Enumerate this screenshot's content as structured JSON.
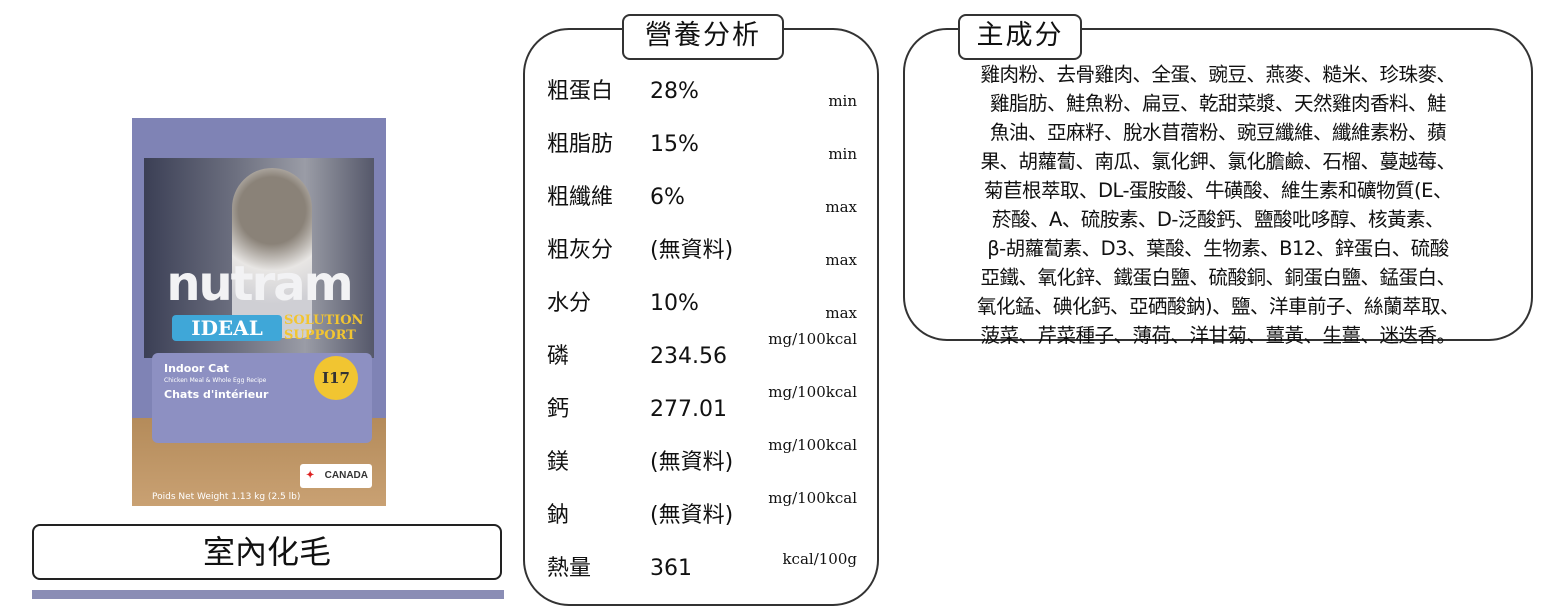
{
  "product": {
    "name": "室內化毛",
    "bag": {
      "brand": "nutram",
      "line": "IDEAL",
      "tag1": "SOLUTION",
      "tag2": "SUPPORT",
      "code": "I17",
      "en": "Indoor Cat",
      "recipe": "Chicken Meal & Whole Egg Recipe",
      "fr": "Chats d'intérieur",
      "weight": "Poids Net Weight 1.13 kg (2.5 lb)",
      "origin": "CANADA"
    }
  },
  "nutrition": {
    "title": "營養分析",
    "rows": [
      {
        "label": "粗蛋白",
        "value": "28%",
        "unit": "min"
      },
      {
        "label": "粗脂肪",
        "value": "15%",
        "unit": "min"
      },
      {
        "label": "粗纖維",
        "value": "6%",
        "unit": "max"
      },
      {
        "label": "粗灰分",
        "value": "(無資料)",
        "unit": "max"
      },
      {
        "label": "水分",
        "value": "10%",
        "unit": "max"
      },
      {
        "label": "磷",
        "value": "234.56",
        "unit": "mg/100kcal"
      },
      {
        "label": "鈣",
        "value": "277.01",
        "unit": "mg/100kcal"
      },
      {
        "label": "鎂",
        "value": "(無資料)",
        "unit": "mg/100kcal"
      },
      {
        "label": "鈉",
        "value": "(無資料)",
        "unit": "mg/100kcal"
      },
      {
        "label": "熱量",
        "value": "361",
        "unit": "kcal/100g"
      }
    ]
  },
  "ingredients": {
    "title": "主成分",
    "lines": [
      "雞肉粉、去骨雞肉、全蛋、豌豆、燕麥、糙米、珍珠麥、",
      "雞脂肪、鮭魚粉、扁豆、乾甜菜漿、天然雞肉香料、鮭",
      "魚油、亞麻籽、脫水苜蓿粉、豌豆纖維、纖維素粉、蘋",
      "果、胡蘿蔔、南瓜、氯化鉀、氯化膽鹼、石榴、蔓越莓、",
      "菊苣根萃取、DL-蛋胺酸、牛磺酸、維生素和礦物質(E、",
      "菸酸、A、硫胺素、D-泛酸鈣、鹽酸吡哆醇、核黃素、",
      "β-胡蘿蔔素、D3、葉酸、生物素、B12、鋅蛋白、硫酸",
      "亞鐵、氧化鋅、鐵蛋白鹽、硫酸銅、銅蛋白鹽、錳蛋白、",
      "氧化錳、碘化鈣、亞硒酸鈉)、鹽、洋車前子、絲蘭萃取、",
      "菠菜、芹菜種子、薄荷、洋甘菊、薑黃、生薑、迷迭香。"
    ]
  }
}
